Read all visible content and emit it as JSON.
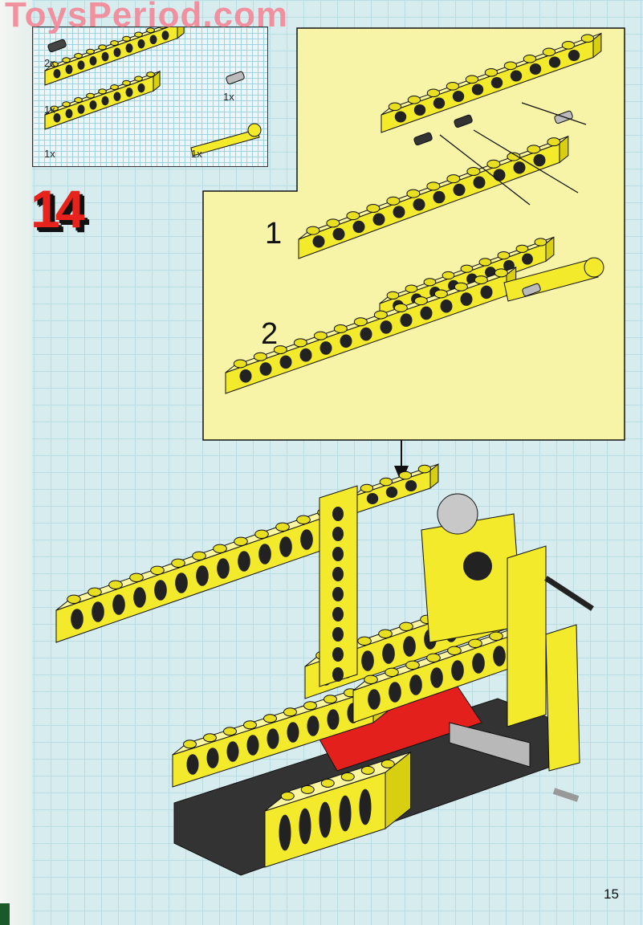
{
  "watermark": "ToysPeriod.com",
  "parts_list": {
    "items": [
      {
        "part": "black-friction-pin",
        "quantity": "2x"
      },
      {
        "part": "technic-beam-long",
        "quantity": "1x"
      },
      {
        "part": "technic-beam-medium",
        "quantity": "1x"
      },
      {
        "part": "grey-pin",
        "quantity": "1x"
      },
      {
        "part": "liftarm-with-pin-hole",
        "quantity": "1x"
      }
    ]
  },
  "step": {
    "number": "14",
    "substeps": [
      "1",
      "2"
    ]
  },
  "page_number": "15",
  "colors": {
    "brick": "#f2ea2a",
    "callout": "#f7f4a8",
    "grid": "#d6ecee",
    "step_number": "#e8231c",
    "watermark": "#f48a99",
    "red_brick": "#e4201c",
    "grey": "#b8b8b8",
    "dark": "#333333"
  }
}
